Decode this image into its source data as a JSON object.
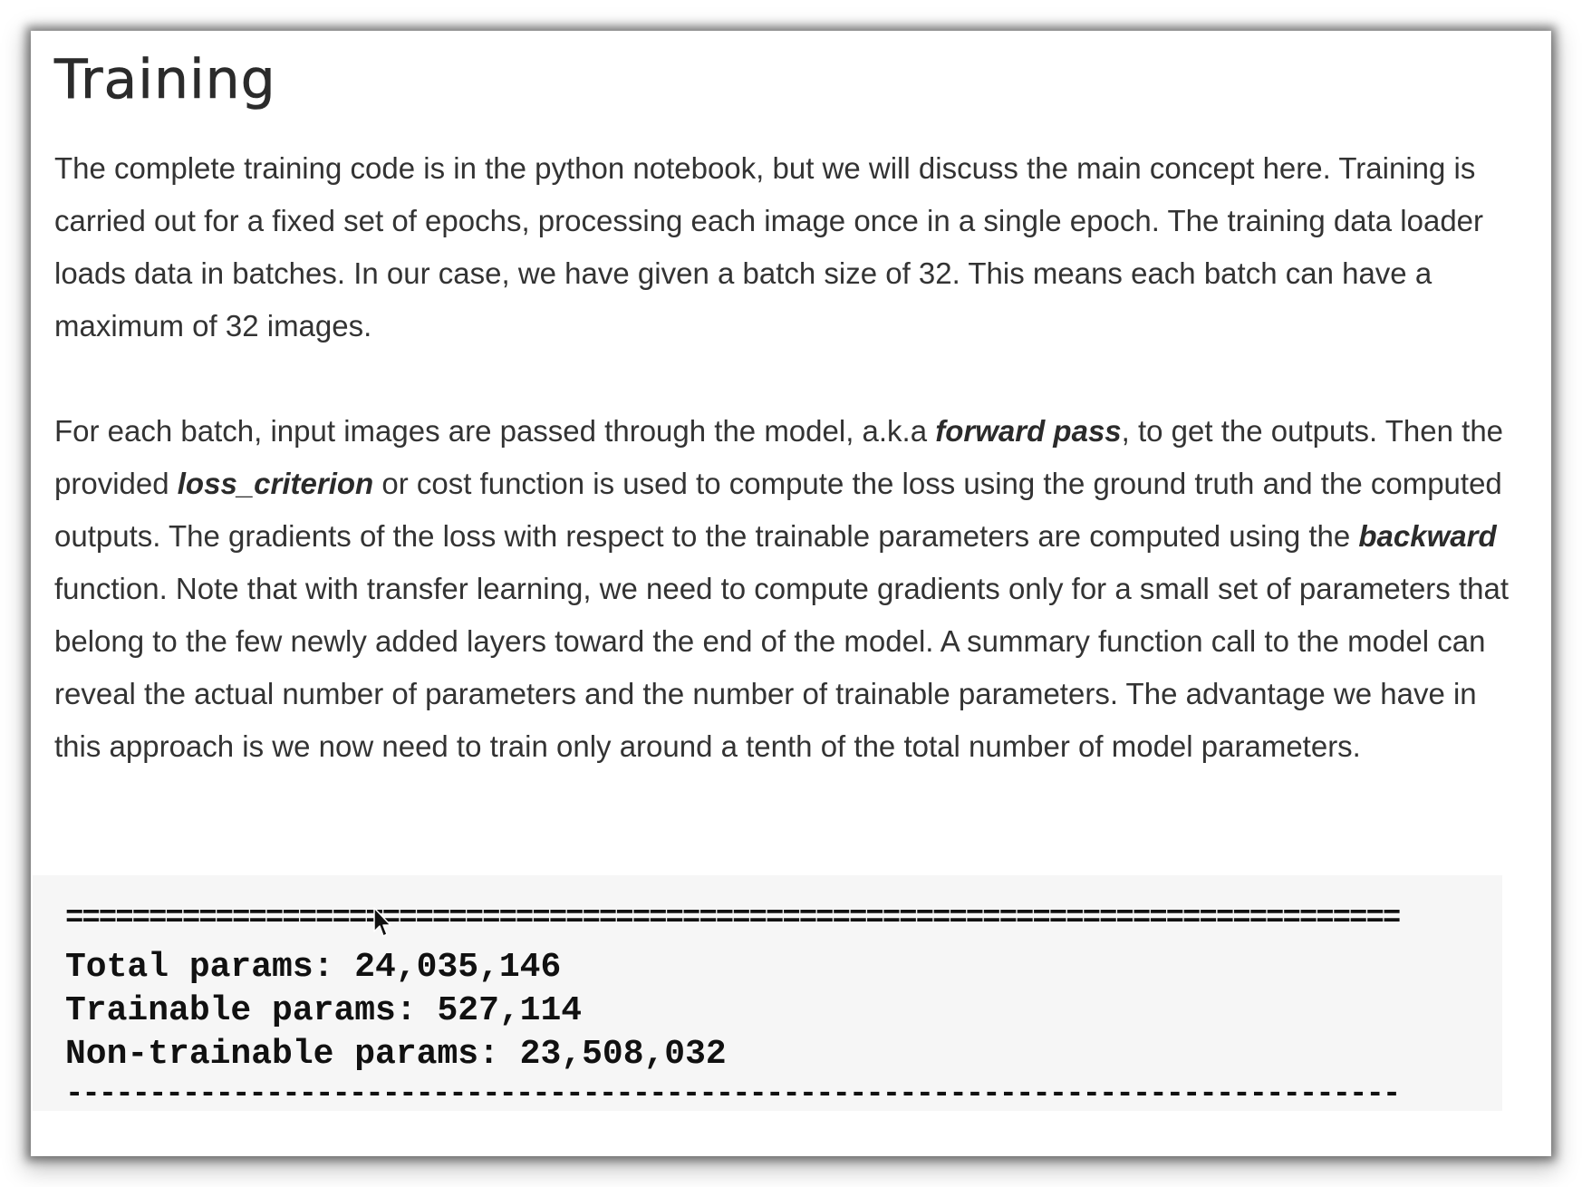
{
  "article": {
    "heading": "Training",
    "paragraph1": {
      "text": "The complete training code is in the python notebook, but we will discuss the main concept here. Training is carried out for a fixed set of epochs, processing each image once in a single epoch. The training data loader loads data in batches. In our case, we have given a batch size of 32. This means each batch can have a maximum of 32 images."
    },
    "paragraph2": {
      "part1": "For each batch, input images are passed through the model, a.k.a ",
      "em1": "forward pass",
      "part2": ", to get the outputs. Then the provided ",
      "em2": "loss_criterion",
      "part3": " or cost function is used to compute the loss using the ground truth and the computed outputs. The gradients of the loss with respect to the trainable parameters are computed using the ",
      "em3": "backward",
      "part4": " function. Note that with transfer learning, we need to compute gradients only for a small set of parameters that belong to the few newly added layers toward the end of the model. A summary function call to the model can reveal the actual number of parameters and the number of trainable parameters. The advantage we have in this approach is we now need to train only around a tenth of the total number of model parameters."
    }
  },
  "code_output": {
    "top_rule": "================================================================================",
    "lines": [
      "Total params: 24,035,146",
      "Trainable params: 527,114",
      "Non-trainable params: 23,508,032"
    ],
    "bottom_rule": "--------------------------------------------------------------------------------"
  },
  "icons": {
    "cursor": "mouse-pointer-icon"
  }
}
